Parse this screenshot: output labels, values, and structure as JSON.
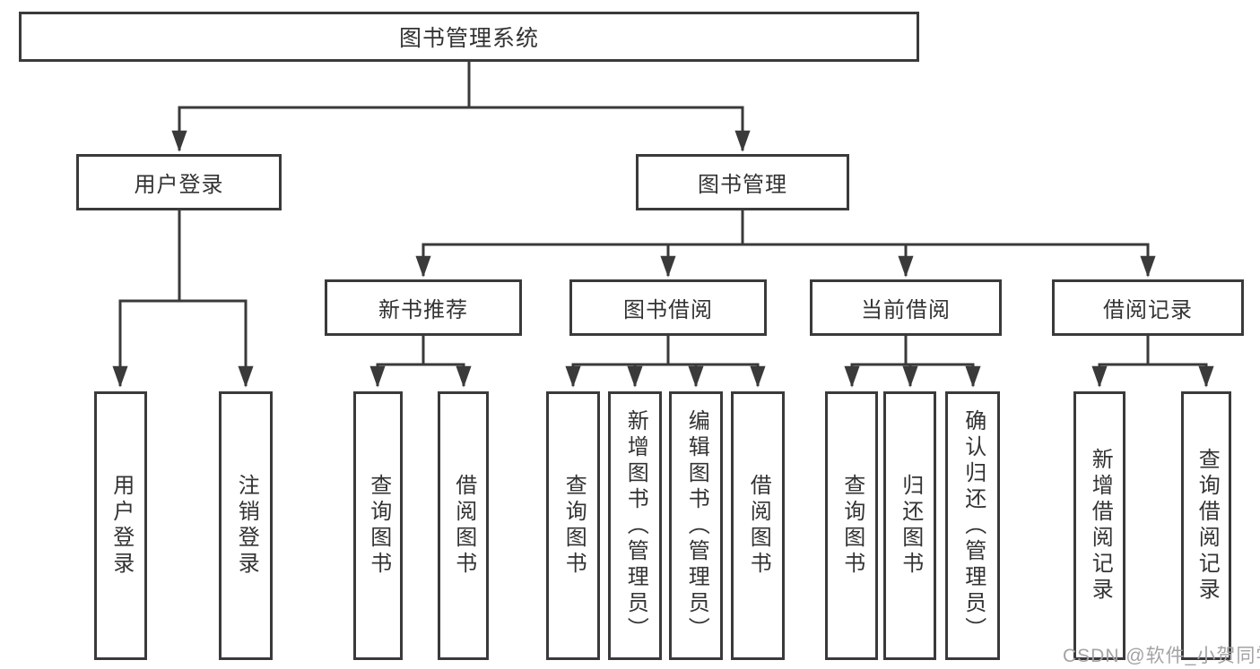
{
  "diagram": {
    "root": {
      "label": "图书管理系统"
    },
    "level2": [
      "用户登录",
      "图书管理"
    ],
    "level3": [
      "新书推荐",
      "图书借阅",
      "当前借阅",
      "借阅记录"
    ],
    "leaves": {
      "user_login": [
        "用户登录",
        "注销登录"
      ],
      "new_book_recommend": [
        "查询图书",
        "借阅图书"
      ],
      "book_borrowing": [
        "查询图书",
        "新增图书（管理员）",
        "编辑图书（管理员）",
        "借阅图书"
      ],
      "current_borrowing": [
        "查询图书",
        "归还图书",
        "确认归还（管理员）"
      ],
      "borrowing_records": [
        "新增借阅记录",
        "查询借阅记录"
      ]
    },
    "watermark": "CSDN @软件_小贺同学",
    "colors": {
      "line": "#3a3a3a",
      "box_border": "#3a3a3a",
      "text": "#333333",
      "watermark": "#a3a3a3",
      "background": "#ffffff"
    }
  }
}
